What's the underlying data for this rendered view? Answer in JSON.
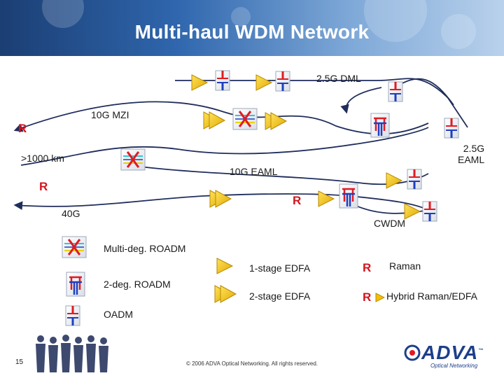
{
  "title": "Multi-haul WDM Network",
  "labels": {
    "dml": "2.5G DML",
    "mzi": "10G MZI",
    "distance": ">1000 km",
    "eaml_25": "2.5G\nEAML",
    "eaml_10": "10G EAML",
    "g40": "40G",
    "cwdm": "CWDM",
    "raman_symbol": "R"
  },
  "legend": {
    "multi_deg": "Multi-deg. ROADM",
    "two_deg": "2-deg. ROADM",
    "oadm": "OADM",
    "edfa1": "1-stage EDFA",
    "edfa2": "2-stage EDFA",
    "raman": "Raman",
    "hybrid": "Hybrid Raman/EDFA",
    "r_symbol": "R"
  },
  "footer": {
    "page_number": "15",
    "copyright": "© 2006 ADVA Optical Networking. All rights reserved.",
    "logo_word": "ADVA",
    "logo_tm": "™",
    "logo_sub": "Optical Networking"
  },
  "colors": {
    "banner_dark": "#1b3e73",
    "amplifier": "#f2c200",
    "raman": "#d5141c",
    "oadm_red": "#e11b22",
    "oadm_blue": "#1f3fbf",
    "roadm_border": "#9ea8b8",
    "fiber": "#1f2d5c",
    "logo": "#1d3f8a"
  }
}
